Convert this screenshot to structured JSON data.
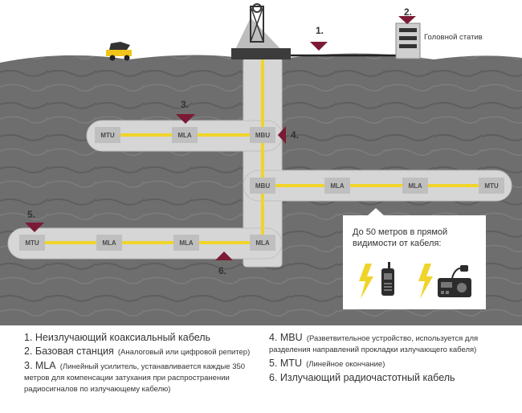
{
  "diagram": {
    "markers": {
      "n1": "1.",
      "n2": "2.",
      "n3": "3.",
      "n4": "4.",
      "n5": "5.",
      "n6": "6."
    },
    "headend_label": "Головной статив",
    "upper_tunnel": [
      "MTU",
      "MLA",
      "MBU"
    ],
    "middle_tunnel": [
      "MBU",
      "MLA",
      "MLA",
      "MTU"
    ],
    "lower_tunnel": [
      "MTU",
      "MLA",
      "MLA",
      "MLA"
    ],
    "callout_text": "До 50 метров в прямой видимости от кабеля:",
    "colors": {
      "cable": "#f0d42a",
      "marker": "#7a1a34",
      "rock": "#6b6b6b",
      "sky": "#ffffff"
    }
  },
  "legend": {
    "items": [
      {
        "label": "1. Неизлучающий коаксиальный кабель",
        "desc": ""
      },
      {
        "label": "2. Базовая станция",
        "desc": "(Аналоговый или цифровой репитер)"
      },
      {
        "label": "3. MLA",
        "desc": "(Линейный усилитель, устанавливается каждые 350 метров для компенсации затухания при распространении радиосигналов по излучающему кабелю)"
      },
      {
        "label": "4. MBU",
        "desc": "(Разветвительное устройство, используется для разделения направлений прокладки излучающего кабеля)"
      },
      {
        "label": "5. MTU",
        "desc": "(Линейное окончание)"
      },
      {
        "label": "6. Излучающий радиочастотный кабель",
        "desc": ""
      }
    ]
  }
}
